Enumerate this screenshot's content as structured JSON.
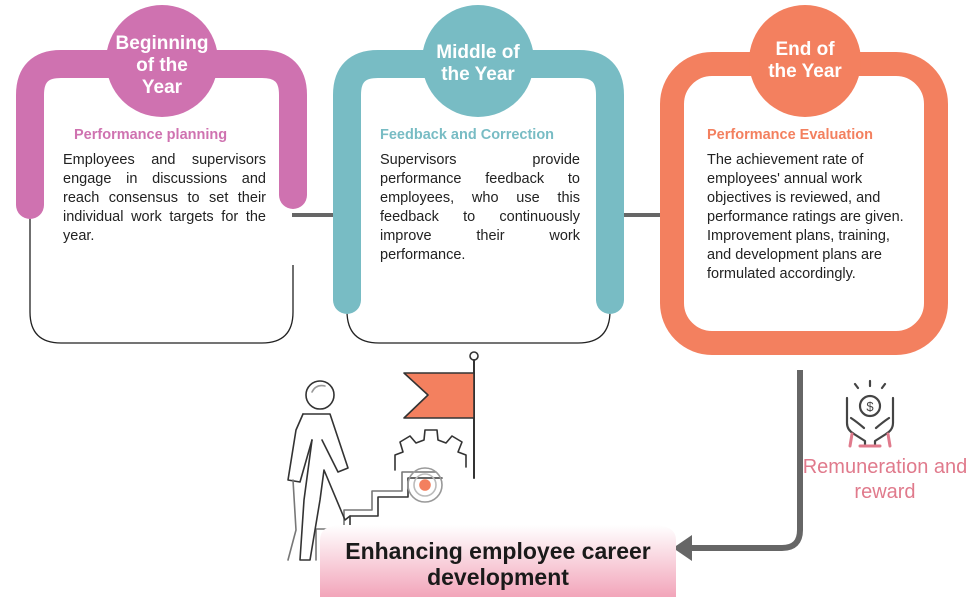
{
  "colors": {
    "beginning": "#cf72b0",
    "middle": "#78bcc4",
    "end": "#f3805f",
    "reward": "#e07a8c",
    "connector": "#666666"
  },
  "stages": [
    {
      "title": "Beginning of the Year",
      "heading": "Performance planning",
      "description": "Employees and supervisors engage in discussions and reach consensus to set their individual work targets for the year."
    },
    {
      "title": "Middle of the Year",
      "heading": "Feedback and Correction",
      "description": "Supervisors provide performance feedback to employees, who use this feedback to continuously improve their work performance."
    },
    {
      "title": "End of the Year",
      "heading": "Performance Evaluation",
      "description": "The achievement rate of employees' annual work objectives is reviewed, and performance ratings are given. Improvement plans, training, and development plans are formulated accordingly."
    }
  ],
  "reward": {
    "icon": "coin-hands-icon",
    "label": "Remuneration and reward"
  },
  "goal": {
    "icon": "person-climbing-stairs-icon",
    "label": "Enhancing employee career development"
  }
}
